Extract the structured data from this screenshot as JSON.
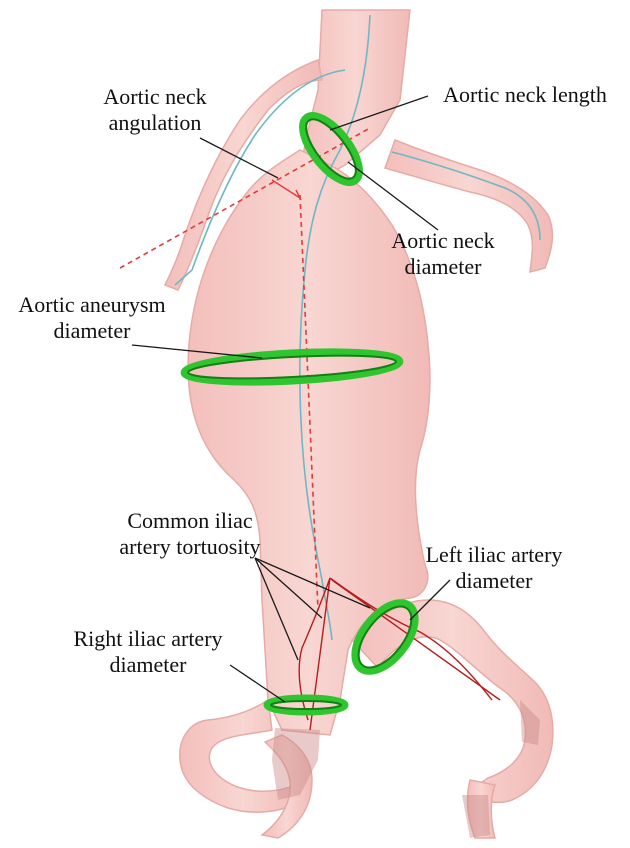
{
  "labels": {
    "aortic_neck_angulation": [
      "Aortic neck",
      "angulation"
    ],
    "aortic_neck_length": [
      "Aortic neck length"
    ],
    "aortic_neck_diameter": [
      "Aortic neck",
      "diameter"
    ],
    "aortic_aneurysm_diameter": [
      "Aortic aneurysm",
      "diameter"
    ],
    "common_iliac_artery_tortuosity": [
      "Common iliac",
      "artery tortuosity"
    ],
    "left_iliac_artery_diameter": [
      "Left iliac artery",
      "diameter"
    ],
    "right_iliac_artery_diameter": [
      "Right iliac artery",
      "diameter"
    ]
  },
  "colors": {
    "vessel_fill": "#f6cbc7",
    "vessel_edge": "#e8aaa5",
    "centerline": "#6fb7c4",
    "ring": "#2fc52f",
    "ring_dark": "#128012",
    "tortuosity_line": "#b51e1e",
    "angle_line": "#e23b3b",
    "leader_line": "#1a1a1a"
  }
}
